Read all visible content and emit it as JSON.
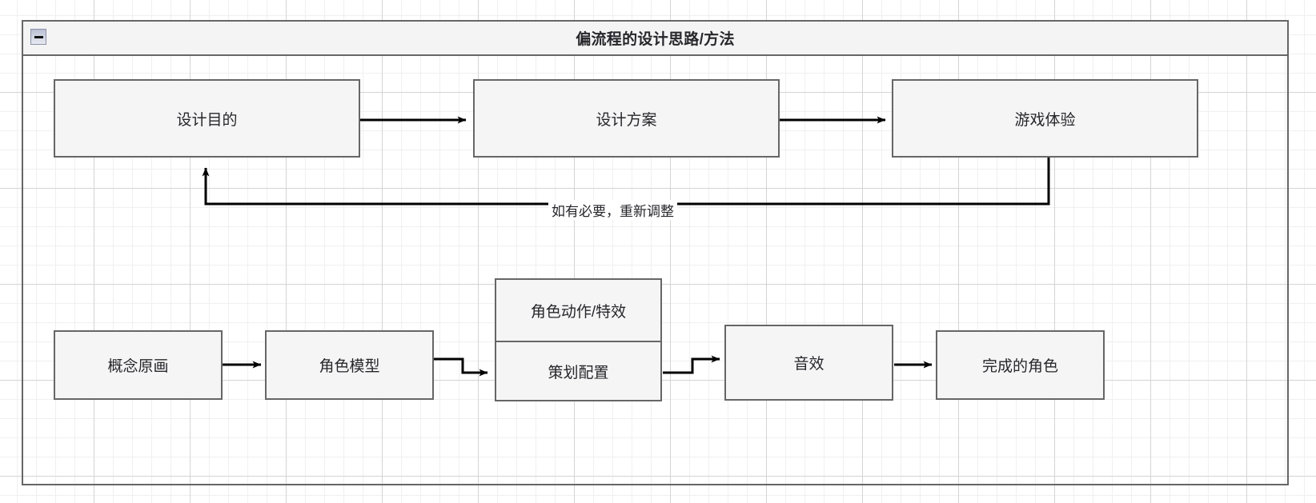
{
  "window": {
    "title": "偏流程的设计思路/方法",
    "collapse_icon": "minus-icon"
  },
  "diagram": {
    "row1": {
      "nodes": [
        {
          "id": "design-purpose",
          "label": "设计目的"
        },
        {
          "id": "design-plan",
          "label": "设计方案"
        },
        {
          "id": "game-experience",
          "label": "游戏体验"
        }
      ],
      "loop_label": "如有必要，重新调整"
    },
    "row2": {
      "nodes": [
        {
          "id": "concept-art",
          "label": "概念原画"
        },
        {
          "id": "character-model",
          "label": "角色模型"
        },
        {
          "id": "character-action",
          "label": "角色动作/特效"
        },
        {
          "id": "design-config",
          "label": "策划配置"
        },
        {
          "id": "sound-effect",
          "label": "音效"
        },
        {
          "id": "finished-character",
          "label": "完成的角色"
        }
      ]
    }
  },
  "colors": {
    "node_fill": "#f5f5f5",
    "node_border": "#666666",
    "title_bar_fill": "#f4f4f4",
    "connector": "#000000",
    "grid_minor": "#f0f0f0",
    "grid_major": "#d4d4d4"
  }
}
